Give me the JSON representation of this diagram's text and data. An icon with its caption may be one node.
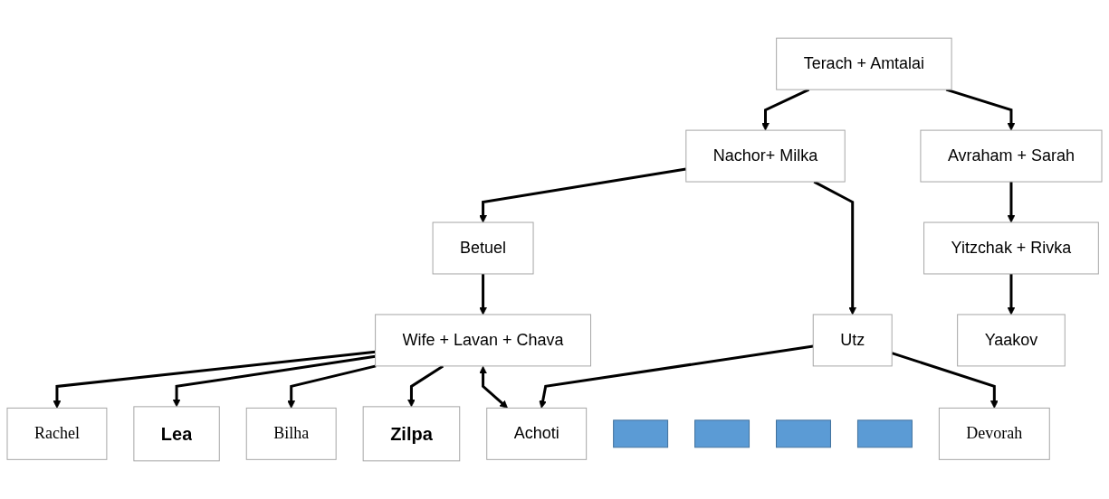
{
  "diagram": {
    "nodes": [
      {
        "text": [
          "Terach + Amtalai"
        ]
      },
      {
        "text": [
          "Avraham + Sarah"
        ]
      },
      {
        "text": [
          "Nachor+ Milka"
        ]
      },
      {
        "text": [
          "Betuel"
        ]
      },
      {
        "text": [
          "Utz"
        ]
      },
      {
        "text": [
          "Yitzchak + Rivka"
        ]
      },
      {
        "text": [
          "Wife + Lavan + Chava"
        ]
      },
      {
        "text": [
          "Achoti"
        ]
      },
      {
        "text": [
          "Devorah"
        ]
      },
      {
        "text": [
          "Yaakov"
        ]
      },
      {
        "text": [],
        "shape": "cross"
      },
      {
        "text": [
          "Rachel"
        ]
      },
      {
        "text": [],
        "shape": "cross"
      },
      {
        "text": [
          "Lea"
        ]
      },
      {
        "text": [],
        "shape": "cross"
      },
      {
        "text": [
          "Bilha"
        ]
      },
      {
        "text": [],
        "shape": "cross"
      },
      {
        "text": [
          "Zilpa"
        ]
      }
    ],
    "edges": [
      {
        "from": 0,
        "to": 1,
        "arrow": "to"
      },
      {
        "from": 0,
        "to": 2,
        "arrow": "to"
      },
      {
        "from": 1,
        "to": 5,
        "arrow": "to"
      },
      {
        "from": 5,
        "to": 9,
        "arrow": "to"
      },
      {
        "from": 2,
        "to": 3,
        "arrow": "to"
      },
      {
        "from": 2,
        "to": 4,
        "arrow": "to"
      },
      {
        "from": 3,
        "to": 6,
        "arrow": "to"
      },
      {
        "from": 4,
        "to": 7,
        "arrow": "to"
      },
      {
        "from": 4,
        "to": 8,
        "arrow": "to"
      },
      {
        "from": 6,
        "to": 7,
        "arrow": "both"
      },
      {
        "from": 6,
        "to": 11,
        "arrow": "to"
      },
      {
        "from": 6,
        "to": 13,
        "arrow": "to"
      },
      {
        "from": 6,
        "to": 15,
        "arrow": "to"
      },
      {
        "from": 6,
        "to": 17,
        "arrow": "to"
      }
    ]
  }
}
